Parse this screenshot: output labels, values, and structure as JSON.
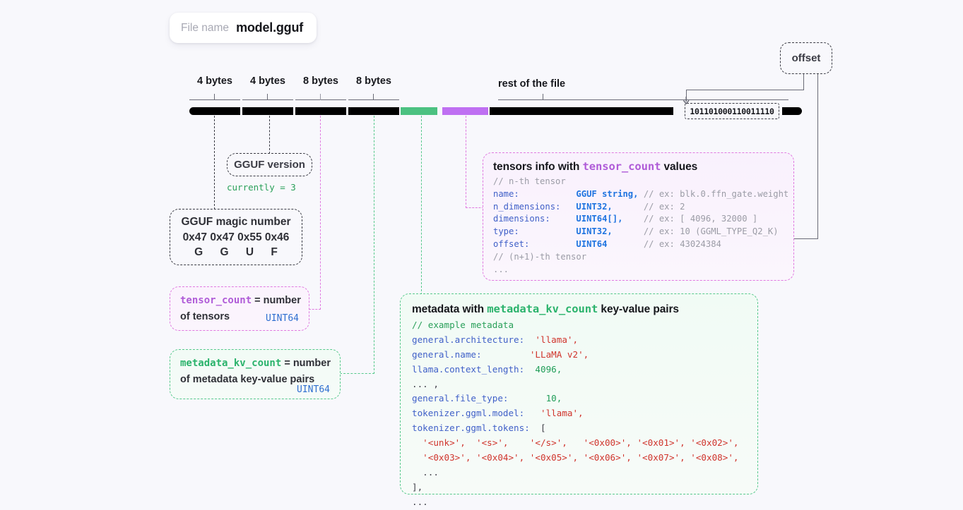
{
  "file": {
    "label": "File name",
    "value": "model.gguf"
  },
  "ruler": {
    "segments": [
      {
        "label": "4 bytes"
      },
      {
        "label": "4 bytes"
      },
      {
        "label": "8 bytes"
      },
      {
        "label": "8 bytes"
      },
      {
        "label": "rest of the file"
      }
    ]
  },
  "bar": {
    "binary_value": "101101000110011110",
    "colors": {
      "black": "#000000",
      "green": "#4cc181",
      "purple": "#bf70f2"
    }
  },
  "offset_bubble": {
    "label": "offset"
  },
  "gguf_version": {
    "label": "GGUF version",
    "note": "currently = 3"
  },
  "magic": {
    "title": "GGUF magic number",
    "hex": "0x47 0x47 0x55 0x46",
    "chars": [
      "G",
      "G",
      "U",
      "F"
    ]
  },
  "tensor_count": {
    "name": "tensor_count",
    "eq": " = number",
    "line2": "of tensors",
    "type": "UINT64"
  },
  "metadata_kv_count": {
    "name": "metadata_kv_count",
    "eq": " = number",
    "line2": "of metadata key-value pairs",
    "type": "UINT64"
  },
  "tensors_info": {
    "title_pre": "tensors info with ",
    "title_mono": "tensor_count",
    "title_post": " values",
    "lines": [
      {
        "comment": "// n-th tensor"
      },
      {
        "key": "name:",
        "type": "GGUF string,",
        "comment": "// ex: blk.0.ffn_gate.weight"
      },
      {
        "key": "n_dimensions:",
        "type": "UINT32,",
        "comment": "// ex: 2"
      },
      {
        "key": "dimensions:",
        "type": "UINT64[],",
        "comment": "// ex: [ 4096, 32000 ]"
      },
      {
        "key": "type:",
        "type": "UINT32,",
        "comment": "// ex: 10 (GGML_TYPE_Q2_K)"
      },
      {
        "key": "offset:",
        "type": "UINT64",
        "comment": "// ex: 43024384"
      },
      {
        "comment": "// (n+1)-th tensor"
      },
      {
        "comment": "..."
      }
    ]
  },
  "metadata_info": {
    "title_pre": "metadata with ",
    "title_mono": "metadata_kv_count",
    "title_post": " key-value pairs",
    "comment": "// example metadata",
    "entries": [
      {
        "key": "general.architecture:",
        "value": "'llama',",
        "kind": "str"
      },
      {
        "key": "general.name:",
        "value": "'LLaMA v2',",
        "kind": "str"
      },
      {
        "key": "llama.context_length:",
        "value": "4096,",
        "kind": "num"
      },
      {
        "key": "... ,",
        "value": "",
        "kind": "plain"
      },
      {
        "key": "general.file_type:",
        "value": "10,",
        "kind": "num"
      },
      {
        "key": "tokenizer.ggml.model:",
        "value": "'llama',",
        "kind": "str"
      },
      {
        "key": "tokenizer.ggml.tokens:",
        "value": "[",
        "kind": "plain"
      }
    ],
    "token_rows": [
      "  '<unk>',  '<s>',    '</s>',   '<0x00>', '<0x01>', '<0x02>',",
      "  '<0x03>', '<0x04>', '<0x05>', '<0x06>', '<0x07>', '<0x08>',"
    ],
    "tail": [
      "  ...",
      "],",
      "..."
    ]
  }
}
